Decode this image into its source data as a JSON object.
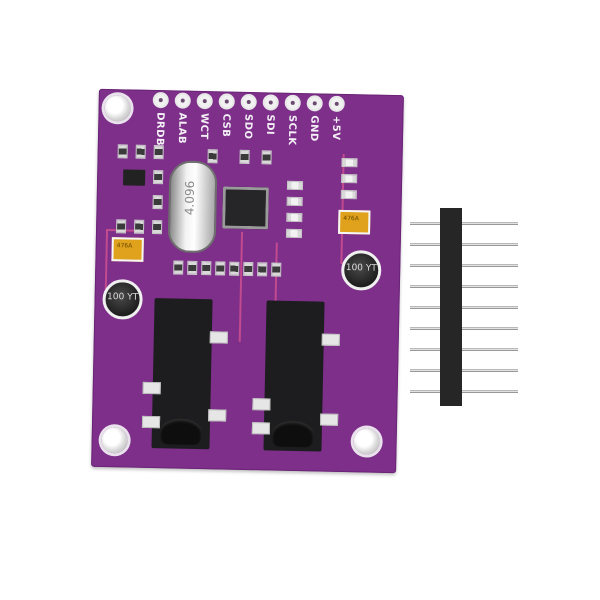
{
  "image": {
    "description": "Product photo of a purple audio codec breakout PCB module with a separate 9-pin male header strip",
    "background": "#ffffff"
  },
  "board": {
    "color": "#7d2f8a",
    "trace_color": "#c24a8f",
    "pin_labels": [
      "DRDB",
      "ALAB",
      "WCT",
      "CSB",
      "SDO",
      "SDI",
      "SCLK",
      "GND",
      "+5V"
    ],
    "crystal_marking": "4.096",
    "capacitor_marking": "476A",
    "inductor_marking": "100 YT",
    "mounting_holes": 4,
    "audio_jacks": 2
  },
  "pin_header": {
    "pin_count": 9
  }
}
